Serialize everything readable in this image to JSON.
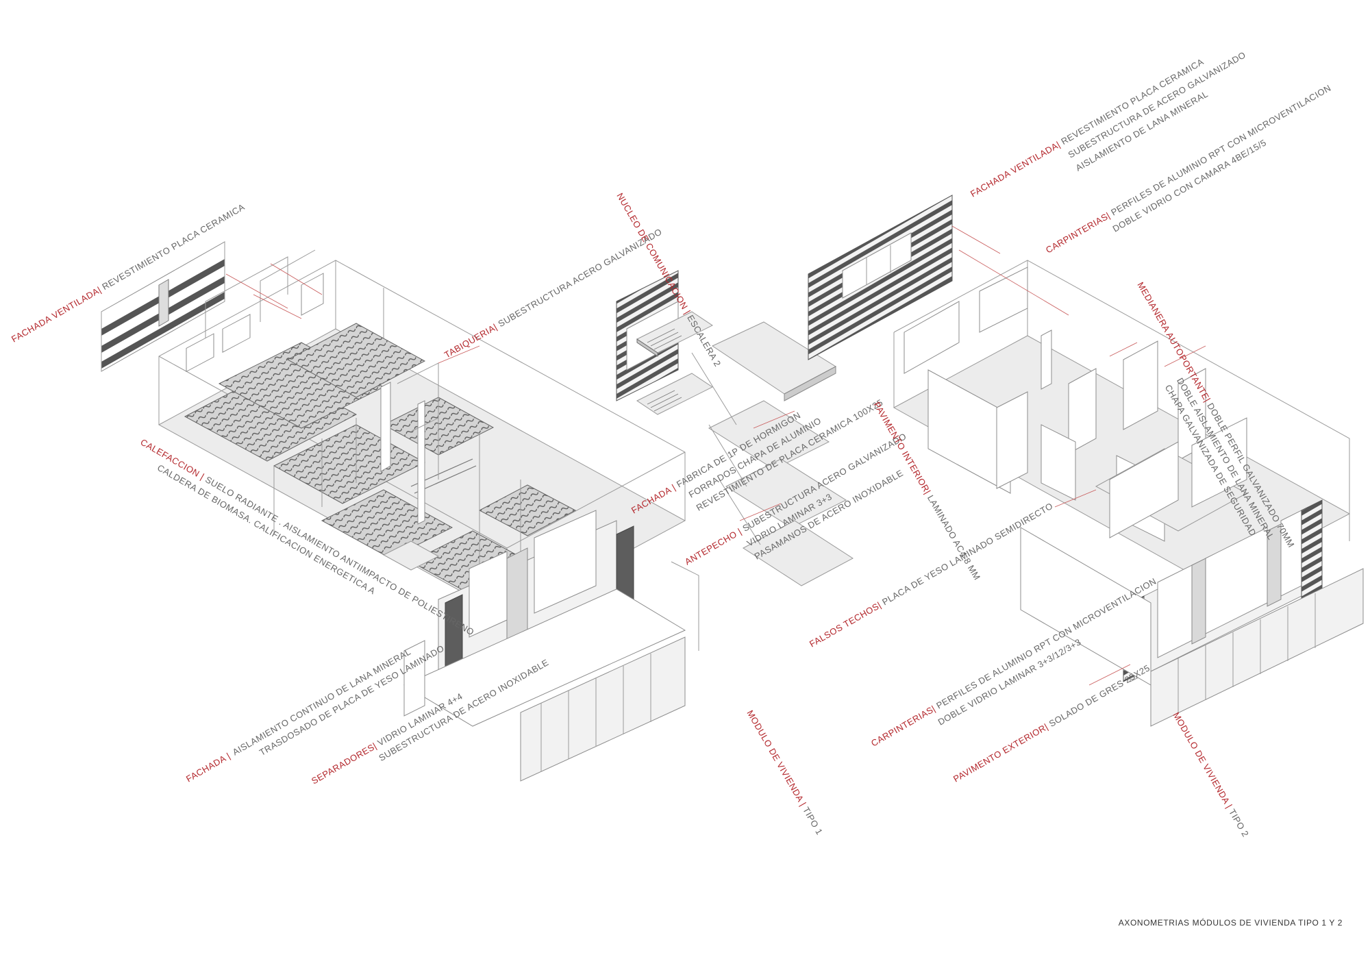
{
  "footer": {
    "title": "AXONOMETRIAS MÓDULOS DE VIVIENDA TIPO 1 Y 2"
  },
  "colors": {
    "accent_red": "#b3262b",
    "text_grey": "#666666",
    "line_grey": "#8c8c8c"
  },
  "module1": {
    "fachada_ventilada": {
      "key": "FACHADA  VENTILADA|",
      "lines": [
        "REVESTIMIENTO PLACA CERAMICA"
      ]
    },
    "tabiqueria": {
      "key": "TABIQUERIA|",
      "lines": [
        "SUBESTRUCTURA ACERO GALVANIZADO"
      ]
    },
    "calefaccion": {
      "key": "CALEFACCION |",
      "lines": [
        "SUELO RADIANTE . AISLAMIENTO ANTIIMPACTO DE POLIESTIRENO",
        "CALDERA DE BIOMASA. CALIFICACION ENERGETICA A"
      ]
    },
    "fachada": {
      "key": "FACHADA  |",
      "lines": [
        "AISLAMIENTO CONTINUO DE LANA MINERAL",
        "TRASDOSADO DE PLACA DE YESO LAMINADO"
      ]
    },
    "separadores": {
      "key": "SEPARADORES|",
      "lines": [
        "VIDRIO LAMINAR 4+4",
        "SUBESTRUCTURA DE ACERO INOXIDABLE"
      ]
    },
    "modulo": {
      "key": "MODULO DE VIVIENDA  |",
      "lines": [
        "TIPO 1"
      ]
    }
  },
  "core": {
    "nucleo": {
      "key": "NUCLEO DE COMUNICACION |",
      "lines": [
        "ESCALERA 2"
      ]
    },
    "fachada": {
      "key": "FACHADA  |",
      "lines": [
        "FABRICA DE 1P  DE HORMIGON",
        "FORRADOS CHAPA DE ALUMINIO",
        "REVESTIMIENTO DE PLACA CERAMICA 100X25"
      ]
    },
    "antepecho": {
      "key": "ANTEPECHO |",
      "lines": [
        "SUBESTRUCTURA ACERO GALVANIZADO",
        "VIDRIO LAMINAR 3+3",
        "PASAMANOS DE ACERO INOXIDABLE"
      ]
    }
  },
  "module2": {
    "fachada_ventilada": {
      "key": "FACHADA  VENTILADA|",
      "lines": [
        "REVESTIMIENTO PLACA CERAMICA",
        "SUBESTRUCTURA DE ACERO GALVANIZADO",
        "AISLAMIENTO DE LANA MINERAL"
      ]
    },
    "carpinterias_top": {
      "key": "CARPINTERIAS|",
      "lines": [
        "PERFILES DE ALUMINIO RPT CON MICROVENTILACION",
        "DOBLE VIDRIO CON CAMARA 4BE/15/5"
      ]
    },
    "medianera": {
      "key": "MEDIANERA AUTOPORTANTE|",
      "lines": [
        "DOBLE PERFIL GALVANIZADO 70MM",
        "DOBLE AISLAMIENTO DE LANA MINERAL",
        "CHAPA GALVANIZADA DE SEGURIDAD"
      ]
    },
    "pavimento_interior": {
      "key": "PAVIMENTO INTERIOR|",
      "lines": [
        "LAMINADO AC4 8 MM"
      ]
    },
    "falsos_techos": {
      "key": "FALSOS TECHOS|",
      "lines": [
        "PLACA DE YESO LAMINADO SEMIDIRECTO"
      ]
    },
    "carpinterias_bottom": {
      "key": "CARPINTERIAS|",
      "lines": [
        "PERFILES DE ALUMINIO RPT CON MICROVENTILACION",
        "DOBLE VIDRIO LAMINAR 3+3/12/3+3"
      ]
    },
    "pavimento_exterior": {
      "key": "PAVIMENTO EXTERIOR|",
      "lines": [
        "SOLADO DE GRES 25X25"
      ]
    },
    "modulo": {
      "key": "MODULO DE VIVIENDA  |",
      "lines": [
        "TIPO 2"
      ]
    }
  }
}
